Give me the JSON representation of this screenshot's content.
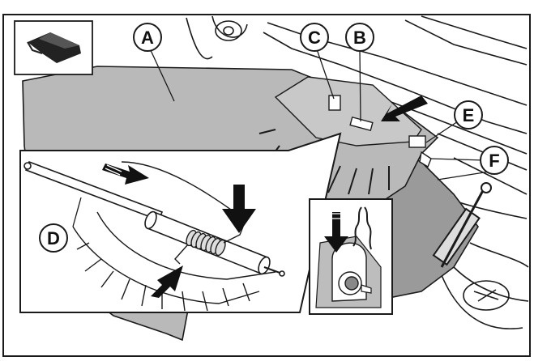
{
  "labels": {
    "a": "A",
    "b": "B",
    "c": "C",
    "d": "D",
    "e": "E",
    "f": "F"
  },
  "colors": {
    "deflector": "#b9b9b9",
    "line": "#1a1a1a",
    "arrow": "#111111",
    "background": "#ffffff"
  },
  "icons": {
    "thumbnail": "deflector-thumbnail-icon",
    "spring": "torsion-spring-icon",
    "pin": "retaining-pin-icon"
  }
}
